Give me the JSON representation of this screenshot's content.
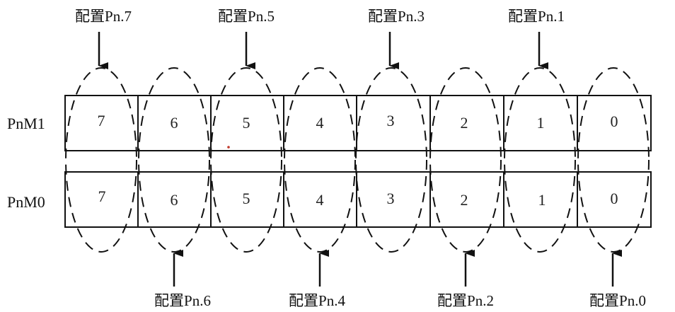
{
  "rows": [
    {
      "label": "PnM1",
      "cells": [
        "7",
        "6",
        "5",
        "4",
        "3",
        "2",
        "1",
        "0"
      ]
    },
    {
      "label": "PnM0",
      "cells": [
        "7",
        "6",
        "5",
        "4",
        "3",
        "2",
        "1",
        "0"
      ]
    }
  ],
  "callouts": {
    "top": [
      "配置Pn.7",
      "配置Pn.5",
      "配置Pn.3",
      "配置Pn.1"
    ],
    "bottom": [
      "配置Pn.6",
      "配置Pn.4",
      "配置Pn.2",
      "配置Pn.0"
    ]
  },
  "colors": {
    "stroke": "#111111",
    "text": "#222222"
  }
}
